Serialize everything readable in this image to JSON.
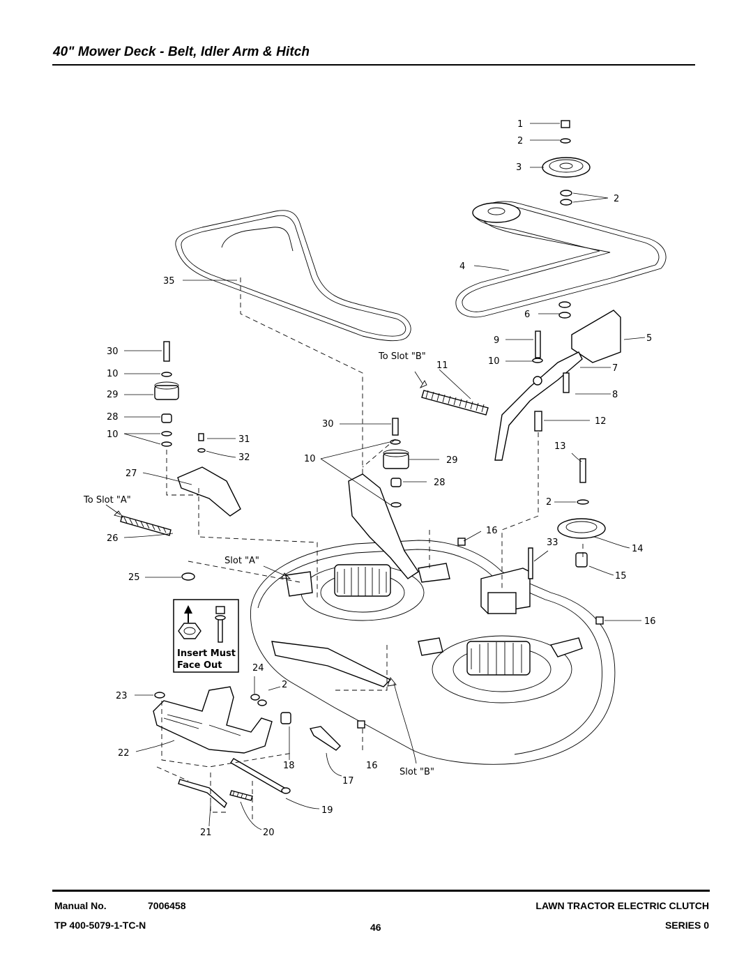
{
  "header": {
    "title": "40\" Mower Deck - Belt, Idler Arm & Hitch"
  },
  "diagram": {
    "labels": {
      "l1": "1",
      "l2a": "2",
      "l3": "3",
      "l2b": "2",
      "l4": "4",
      "l35": "35",
      "l6": "6",
      "l5": "5",
      "l9": "9",
      "l10a": "10",
      "l7": "7",
      "l8": "8",
      "l12": "12",
      "l30a": "30",
      "l10b": "10",
      "l29a": "29",
      "l28a": "28",
      "l10c": "10",
      "l31": "31",
      "l32": "32",
      "l27": "27",
      "l26": "26",
      "l30b": "30",
      "l10d": "10",
      "l29b": "29",
      "l28b": "28",
      "l11": "11",
      "l13": "13",
      "l2c": "2",
      "l16a": "16",
      "l33": "33",
      "l14": "14",
      "l15": "15",
      "l16b": "16",
      "l25": "25",
      "l24": "24",
      "l2d": "2",
      "l23": "23",
      "l22": "22",
      "l18": "18",
      "l16c": "16",
      "l17": "17",
      "l19": "19",
      "l21": "21",
      "l20": "20"
    },
    "slot_labels": {
      "to_slot_b": "To Slot \"B\"",
      "to_slot_a": "To Slot \"A\"",
      "slot_a": "Slot \"A\"",
      "slot_b": "Slot \"B\""
    },
    "inset": {
      "line1": "Insert Must",
      "line2": "Face Out"
    }
  },
  "footer": {
    "manual_label": "Manual No.",
    "manual_no": "7006458",
    "tp": "TP 400-5079-1-TC-N",
    "page": "46",
    "product": "LAWN TRACTOR ELECTRIC CLUTCH",
    "series": "SERIES 0"
  }
}
